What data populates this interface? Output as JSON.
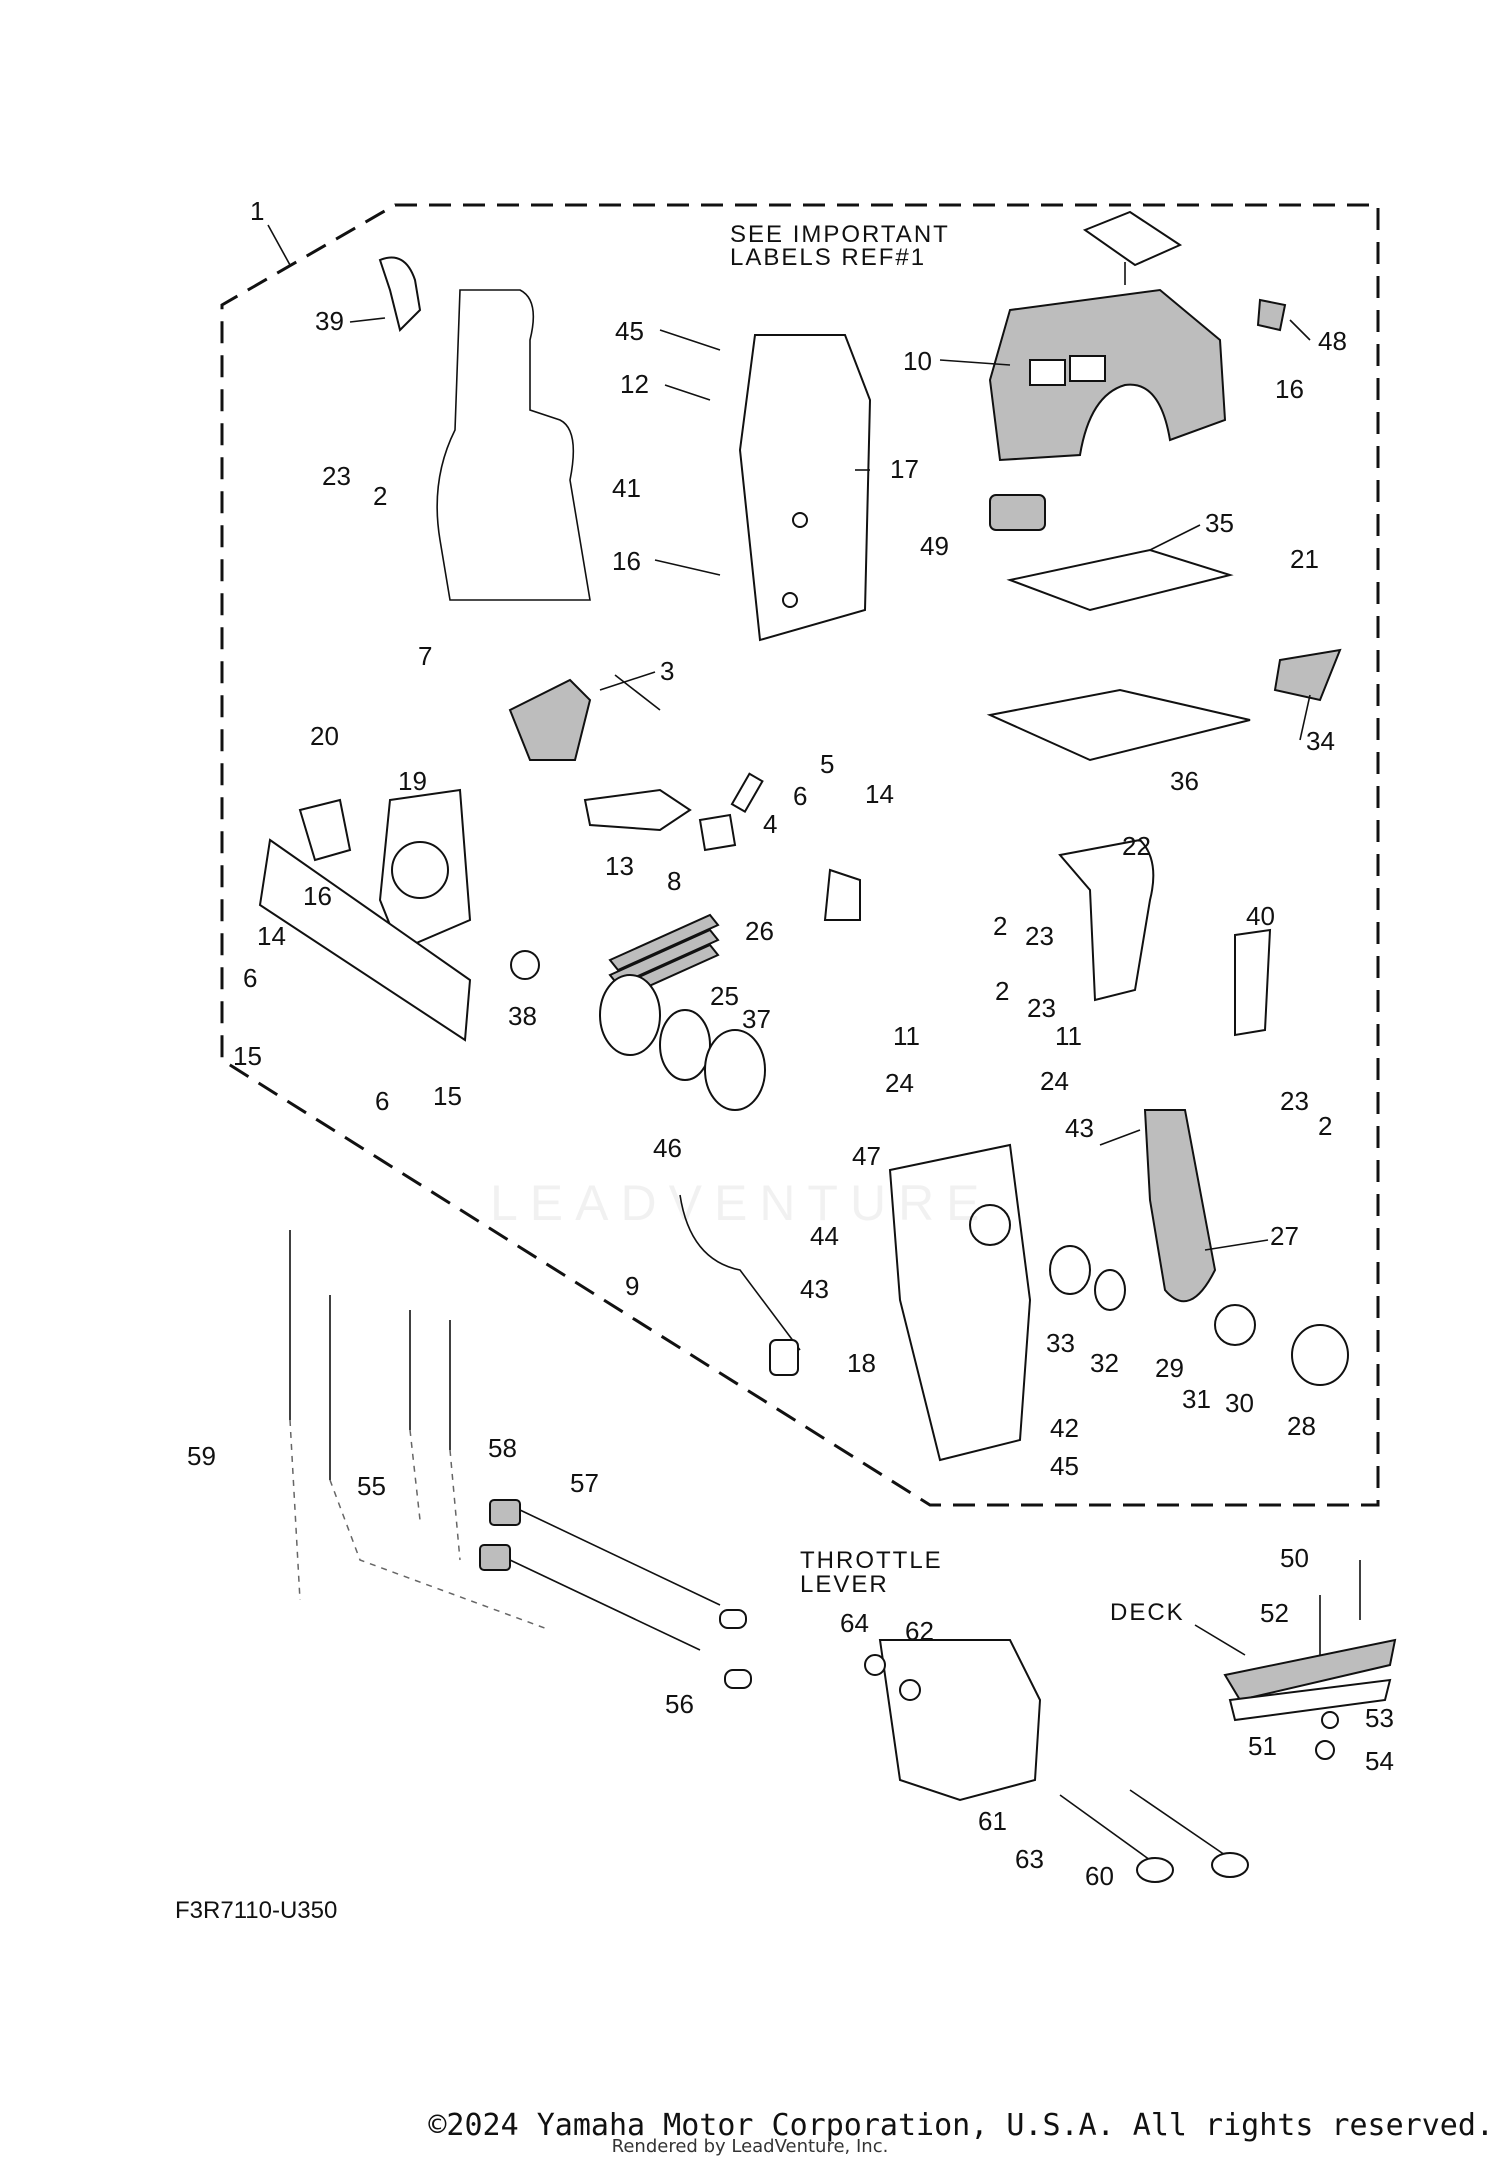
{
  "header_note": {
    "line1": "SEE IMPORTANT",
    "line2": "LABELS REF#1"
  },
  "section_labels": {
    "throttle_lever_line1": "THROTTLE",
    "throttle_lever_line2": "LEVER",
    "deck": "DECK"
  },
  "diagram_code": "F3R7110-U350",
  "footer": {
    "copyright": "©2024 Yamaha Motor Corporation, U.S.A. All rights reserved.",
    "rendered_by": "Rendered by LeadVenture, Inc."
  },
  "callouts": [
    "1",
    "39",
    "23",
    "2",
    "45",
    "12",
    "41",
    "16",
    "17",
    "10",
    "48",
    "16",
    "49",
    "35",
    "21",
    "34",
    "36",
    "7",
    "3",
    "5",
    "6",
    "4",
    "14",
    "13",
    "8",
    "20",
    "19",
    "16",
    "38",
    "14",
    "6",
    "15",
    "6",
    "15",
    "26",
    "25",
    "37",
    "11",
    "24",
    "47",
    "46",
    "9",
    "44",
    "43",
    "22",
    "2",
    "23",
    "2",
    "23",
    "40",
    "11",
    "24",
    "43",
    "23",
    "2",
    "27",
    "33",
    "32",
    "29",
    "31",
    "30",
    "28",
    "18",
    "42",
    "45",
    "59",
    "55",
    "58",
    "57",
    "56",
    "50",
    "52",
    "53",
    "51",
    "54",
    "64",
    "62",
    "61",
    "63",
    "60"
  ],
  "colors": {
    "line": "#111111",
    "shade": "#bdbdbd",
    "background": "#ffffff"
  }
}
